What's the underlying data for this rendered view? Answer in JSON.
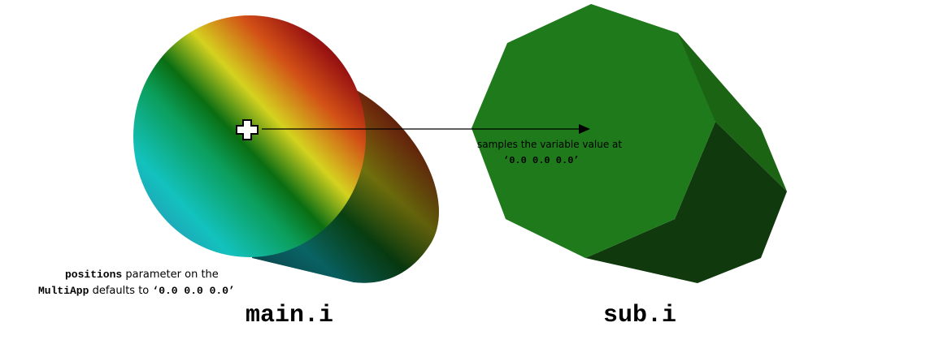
{
  "labels": {
    "main_caption": "main.i",
    "sub_caption": "sub.i",
    "positions_word": "positions",
    "parameter_text": "parameter on the",
    "multiapp_word": "MultiApp",
    "defaults_text": "defaults to",
    "position_value": "‘0.0 0.0 0.0’",
    "samples_text": "samples the variable value at",
    "sample_position": "‘0.0 0.0 0.0’"
  },
  "colors": {
    "sub_mesh_front": "#1e7a1b",
    "sub_mesh_side_light": "#1a6414",
    "sub_mesh_side_dark": "#11390e",
    "arrow": "#000000",
    "marker_fill": "#ffffff",
    "marker_stroke": "#000000"
  },
  "icons": {
    "sample_point_marker": "plus-icon",
    "arrow_head": "arrow-right-icon"
  }
}
